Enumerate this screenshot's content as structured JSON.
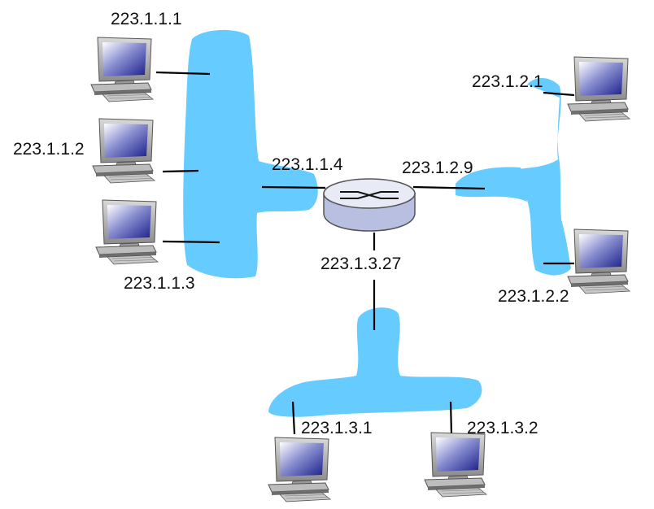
{
  "colors": {
    "subnet": "#66ccff",
    "router_top": "#e8eaf6",
    "router_side": "#b9bfe0",
    "screen": "#1a1f8c"
  },
  "labels": {
    "h1": "223.1.1.1",
    "h2": "223.1.1.2",
    "h3": "223.1.1.3",
    "r1": "223.1.1.4",
    "r2": "223.1.2.9",
    "r3": "223.1.3.27",
    "h4": "223.1.2.1",
    "h5": "223.1.2.2",
    "h6": "223.1.3.1",
    "h7": "223.1.3.2"
  },
  "icons": {
    "router": "router-icon",
    "host": "desktop-computer-icon"
  }
}
